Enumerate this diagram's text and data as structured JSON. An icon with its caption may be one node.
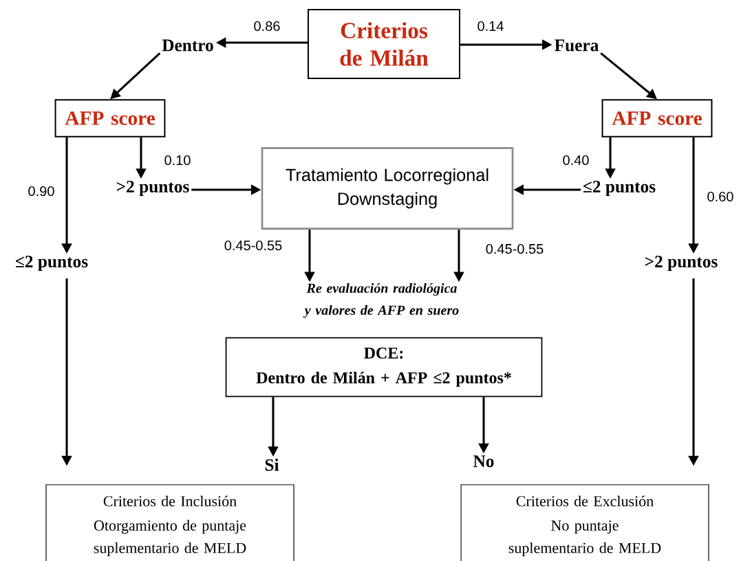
{
  "diagram": {
    "nodes": [
      {
        "text": [
          "Criterios de Milán"
        ]
      },
      {
        "text": [
          "Dentro"
        ]
      },
      {
        "text": [
          "Fuera"
        ]
      },
      {
        "text": [
          "AFP score"
        ]
      },
      {
        "text": [
          "AFP score"
        ]
      },
      {
        "text": [
          ">2 puntos"
        ]
      },
      {
        "text": [
          "Tratamiento Locorregional Downstaging"
        ]
      },
      {
        "text": [
          "≤2 puntos"
        ]
      },
      {
        "text": [
          "≤2 puntos"
        ]
      },
      {
        "text": [
          ">2 puntos"
        ]
      },
      {
        "text": [
          "Re evaluación radiológica y valores de AFP en suero"
        ]
      },
      {
        "text": [
          "DCE:",
          "Dentro de Milán + AFP ≤2 puntos*"
        ]
      },
      {
        "text": [
          "Si"
        ]
      },
      {
        "text": [
          "No"
        ]
      },
      {
        "text": [
          "Criterios de Inclusión",
          "Otorgamiento de puntaje suplementario de MELD"
        ]
      },
      {
        "text": [
          "Criterios de Exclusión",
          "No puntaje suplementario de MELD"
        ]
      }
    ],
    "edges": [
      {
        "from": 0,
        "to": 1,
        "arrow": "to",
        "label": "0.86"
      },
      {
        "from": 0,
        "to": 2,
        "arrow": "to",
        "label": "0.14"
      },
      {
        "from": 1,
        "to": 3,
        "arrow": "to"
      },
      {
        "from": 2,
        "to": 4,
        "arrow": "to"
      },
      {
        "from": 3,
        "to": 5,
        "arrow": "to",
        "label": "0.10"
      },
      {
        "from": 3,
        "to": 8,
        "arrow": "to",
        "label": "0.90"
      },
      {
        "from": 4,
        "to": 7,
        "arrow": "to",
        "label": "0.40"
      },
      {
        "from": 4,
        "to": 9,
        "arrow": "to",
        "label": "0.60"
      },
      {
        "from": 5,
        "to": 6,
        "arrow": "to"
      },
      {
        "from": 7,
        "to": 6,
        "arrow": "to"
      },
      {
        "from": 6,
        "to": 10,
        "arrow": "to",
        "label": "0.45-0.55"
      },
      {
        "from": 6,
        "to": 10,
        "arrow": "to",
        "label": "0.45-0.55"
      },
      {
        "from": 11,
        "to": 12,
        "arrow": "to"
      },
      {
        "from": 11,
        "to": 13,
        "arrow": "to"
      },
      {
        "from": 8,
        "to": 14,
        "arrow": "to"
      },
      {
        "from": 9,
        "to": 15,
        "arrow": "to"
      }
    ]
  }
}
